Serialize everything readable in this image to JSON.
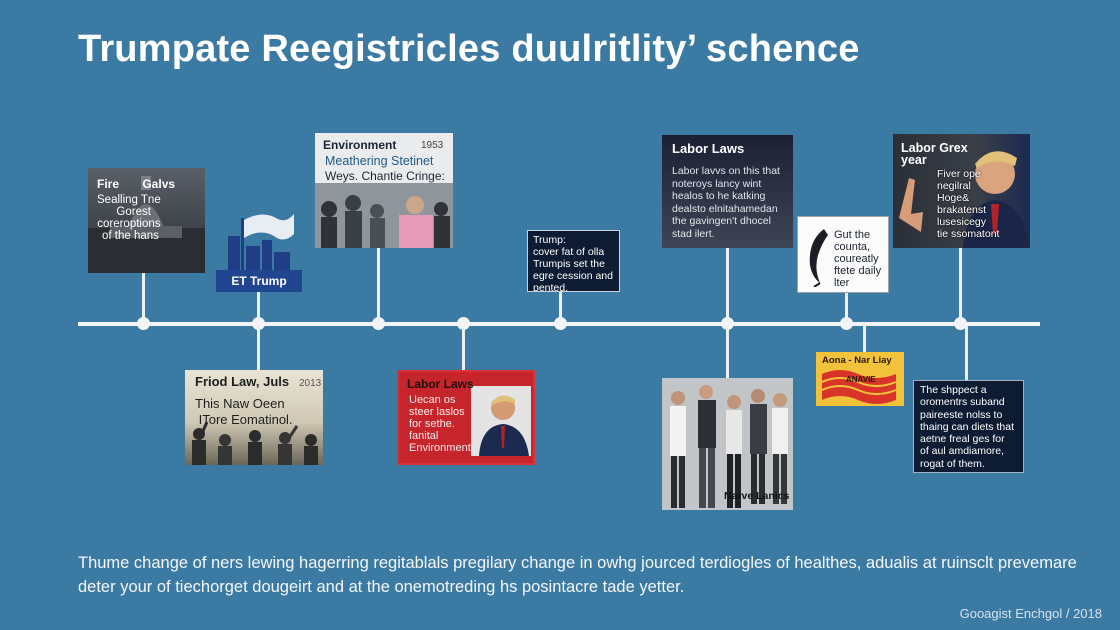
{
  "title": "Trumpate Reegistricles duulritlity’ schence",
  "events": {
    "fire": {
      "heading": "Fire       Galvs",
      "body": "Sealling Tne\n   Gorest\ncoreroptions\n of the hans"
    },
    "et_trump": {
      "label": "ET Trump"
    },
    "environment": {
      "heading": "Environment",
      "year": "1953",
      "subheading": "Meathering Stetinet",
      "body": "Weys. Chantie Cringe:"
    },
    "trump_note": {
      "body": "Trump:\ncover fat of olla\nTrumpis set the\negre cession and\npented."
    },
    "labor_laws_top": {
      "heading": "Labor Laws",
      "body": "Labor lavvs on this that\nnoteroys lancy wint\nhealos to he katking\ndealsto elnitahamedan\nthe gavingen't dhocel\nstad ilert."
    },
    "guit_county": {
      "body": "Gut the\ncounta,\ncoureatly\nftete daily\nlter"
    },
    "labor_grex": {
      "heading": "Labor Grex\nyear",
      "body": "Fiver ope\nnegilral\nHoge&\nbrakatenst\nlusesicegy\ntie ssomatont"
    },
    "fried_law": {
      "heading": "Friod Law, Juls",
      "year": "2013",
      "body": "This Naw Oeen\n ITore Eomatinol."
    },
    "labor_laws_red": {
      "heading": "Labor Laws",
      "body": "Uecan os\nsteer laslos\nfor sethe.\nfanital\nEnvironment"
    },
    "nerve_lanics": {
      "caption": "Narve Lanics"
    },
    "flag_card": {
      "heading": "Aona - Nar Liay",
      "body": "ANAVIE"
    },
    "shppect": {
      "body": "The shppect a\noromentrs suband\npaireeste nolss to\nthaing can diets that\naetne freal ges for\nof aul amdiamore,\nrogat of them."
    }
  },
  "footer": "Thume change of ners lewing hagerring regitablals pregilary change in owhg jourced terdiogles of healthes, adualis at ruinsclt prevemare deter your of tiechorget dougeirt and at the onemotreding hs posintacre tade yetter.",
  "credit": "Gooagist Enchgol / 2018",
  "colors": {
    "background": "#3b7aa3",
    "timeline": "#f2f4f6",
    "red_card": "#c6262b",
    "navy_card": "#0e1e36",
    "flag_yellow": "#f2c33a"
  }
}
